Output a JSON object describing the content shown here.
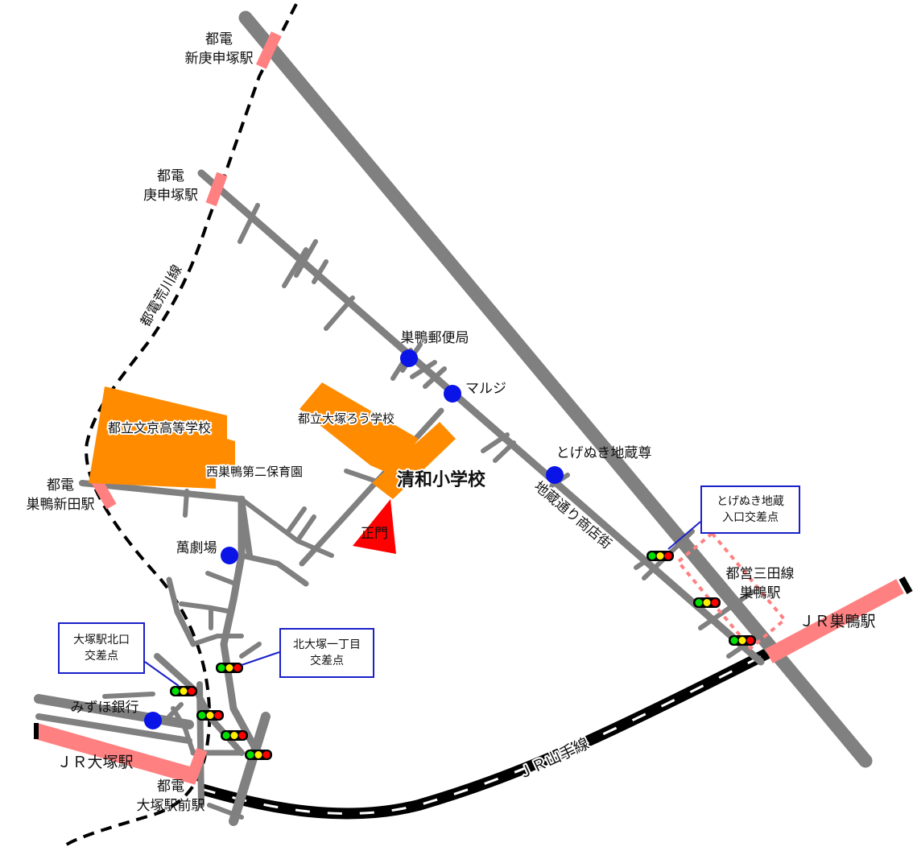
{
  "colors": {
    "road": "#808080",
    "school": "#ff8c00",
    "station": "#ff8080",
    "poi": "#0a14e6",
    "callout_border": "#1a20c8",
    "gate": "#ff0000",
    "railway": "#000000",
    "tram_line": "#000000"
  },
  "labels": {
    "tram_shinkoshinzuka_1": "都電",
    "tram_shinkoshinzuka_2": "新庚申塚駅",
    "tram_koshinzuka_1": "都電",
    "tram_koshinzuka_2": "庚申塚駅",
    "tram_sugamoshinden_1": "都電",
    "tram_sugamoshinden_2": "巣鴨新田駅",
    "tram_otsukaekimae_1": "都電",
    "tram_otsukaekimae_2": "大塚駅前駅",
    "arakawa_line": "都電荒川線",
    "bunkyo_high": "都立文京高等学校",
    "nishisugamo_nursery": "西巣鴨第二保育園",
    "otsuka_deaf_school": "都立大塚ろう学校",
    "seiwa_school": "清和小学校",
    "main_gate": "正門",
    "sugamo_post": "巣鴨郵便局",
    "maruji": "マルジ",
    "togenuki_jizo": "とげぬき地蔵尊",
    "jizo_street": "地蔵通り商店街",
    "bangekijo": "萬劇場",
    "mizuho": "みずほ銀行",
    "jr_otsuka": "ＪＲ大塚駅",
    "jr_sugamo": "ＪＲ巣鴨駅",
    "jr_yamanote": "ＪＲ山手線",
    "mita_line_1": "都営三田線",
    "mita_line_2": "巣鴨駅"
  },
  "callouts": {
    "togenuki_entrance_1": "とげぬき地蔵",
    "togenuki_entrance_2": "入口交差点",
    "otsuka_north_1": "大塚駅北口",
    "otsuka_north_2": "交差点",
    "kitaotsuka_1": "北大塚一丁目",
    "kitaotsuka_2": "交差点"
  },
  "icons": [
    "traffic-signal-icon",
    "poi-dot-icon",
    "gate-arrow-icon"
  ]
}
